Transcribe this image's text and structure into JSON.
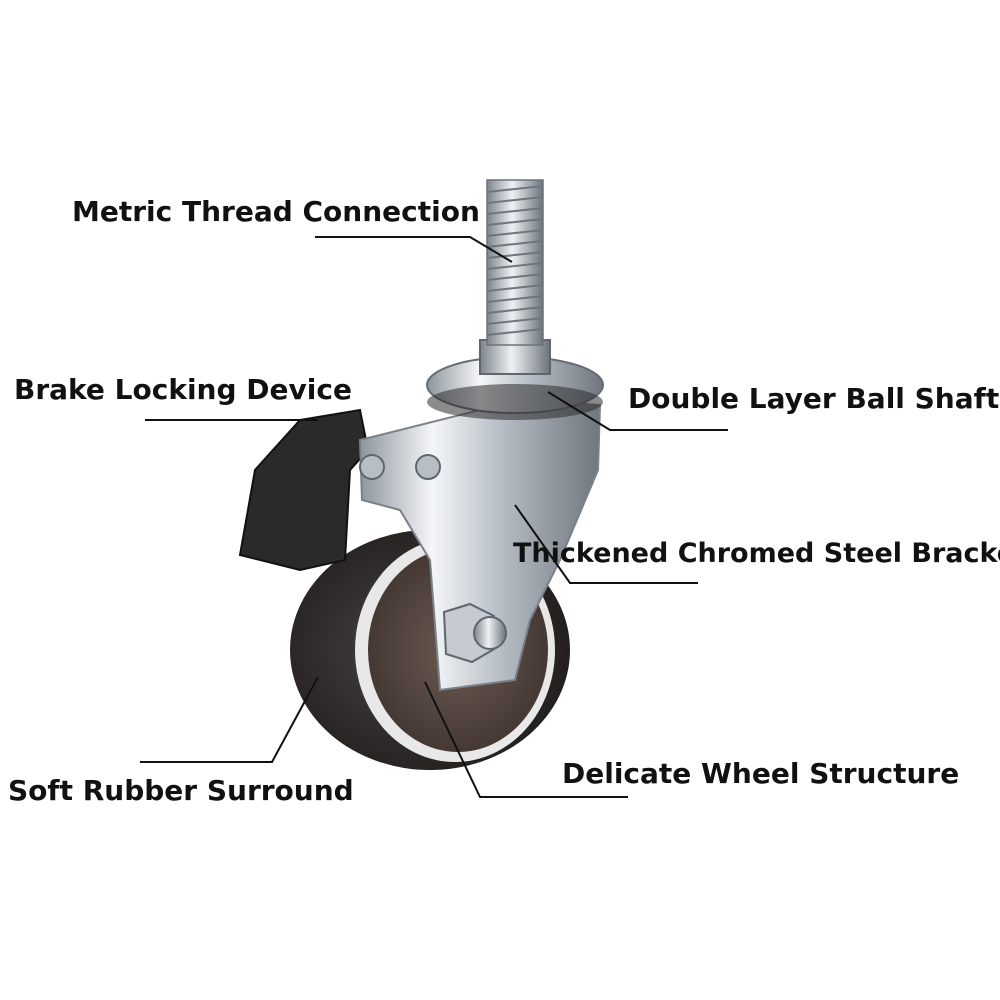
{
  "labels": {
    "metric_thread": "Metric Thread Connection",
    "brake_lock": "Brake Locking Device",
    "ball_shaft": "Double Layer Ball Shaft",
    "bracket": "Thickened Chromed Steel Bracket",
    "rubber": "Soft Rubber Surround",
    "wheel": "Delicate Wheel Structure"
  },
  "colors": {
    "text": "#111111",
    "chrome": "#c9ced4",
    "brake": "#2a2a2a",
    "tire": "#3a3634",
    "hub": "#5a4a44"
  }
}
